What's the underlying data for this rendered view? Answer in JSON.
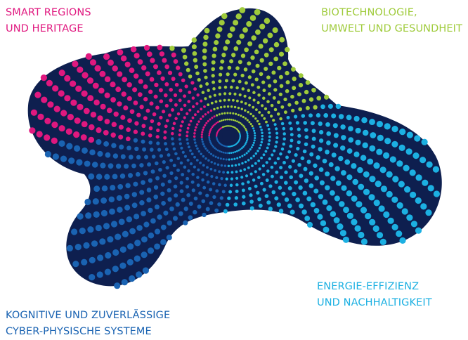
{
  "colors": {
    "background": "#ffffff",
    "blob": "#0e1f4f",
    "smart": "#e0187f",
    "bio": "#9fcb3b",
    "energy": "#1cb0e2",
    "cyber": "#1a63b2"
  },
  "segments": [
    {
      "id": "smart",
      "lines": [
        "SMART REGIONS",
        "UND HERITAGE"
      ]
    },
    {
      "id": "bio",
      "lines": [
        "BIOTECHNOLOGIE,",
        "UMWELT UND GESUNDHEIT"
      ]
    },
    {
      "id": "energy",
      "lines": [
        "ENERGIE-EFFIZIENZ",
        "UND NACHHALTIGKEIT"
      ]
    },
    {
      "id": "cyber",
      "lines": [
        "KOGNITIVE UND ZUVERLÄSSIGE",
        "CYBER-PHYSISCHE SYSTEME"
      ]
    }
  ]
}
